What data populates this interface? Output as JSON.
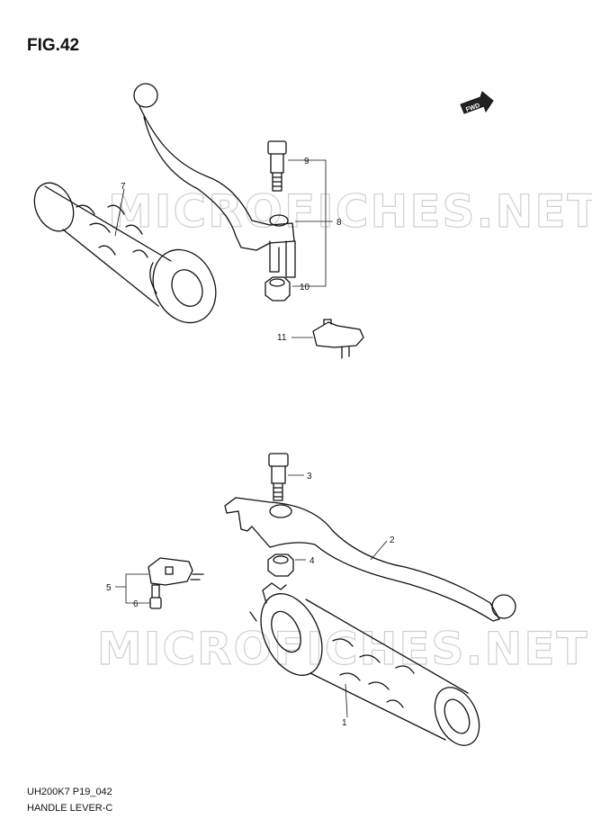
{
  "figure": {
    "title": "FIG.42"
  },
  "footer": {
    "code": "UH200K7 P19_042",
    "name": "HANDLE LEVER-C"
  },
  "fwd_badge": {
    "text": "FWD"
  },
  "watermark": {
    "text": "MICROFICHES.NET"
  },
  "callouts": [
    {
      "id": "1",
      "label": "1"
    },
    {
      "id": "2",
      "label": "2"
    },
    {
      "id": "3",
      "label": "3"
    },
    {
      "id": "4",
      "label": "4"
    },
    {
      "id": "5",
      "label": "5"
    },
    {
      "id": "6",
      "label": "6"
    },
    {
      "id": "7",
      "label": "7"
    },
    {
      "id": "8",
      "label": "8"
    },
    {
      "id": "9",
      "label": "9"
    },
    {
      "id": "10",
      "label": "10"
    },
    {
      "id": "11",
      "label": "11"
    }
  ]
}
